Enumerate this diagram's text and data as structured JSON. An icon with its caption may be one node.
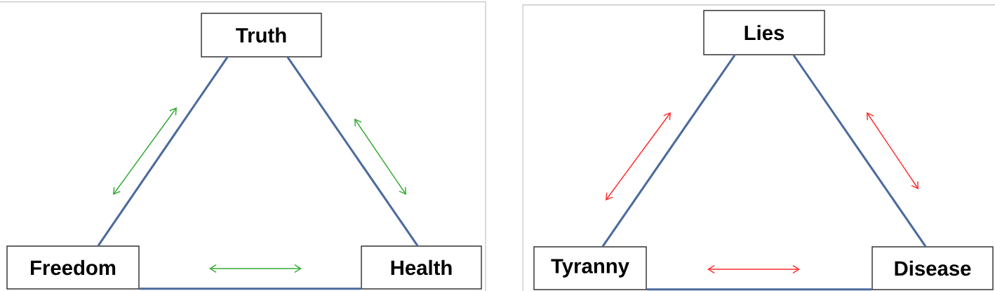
{
  "diagram": {
    "nodes": [
      {
        "text": [
          "Truth"
        ]
      },
      {
        "text": [
          "Freedom"
        ]
      },
      {
        "text": [
          "Health"
        ]
      },
      {
        "text": [
          "Lies"
        ]
      },
      {
        "text": [
          "Tyranny"
        ]
      },
      {
        "text": [
          "Disease"
        ]
      }
    ],
    "edges": [
      {
        "from": 0,
        "to": 1,
        "arrow": "none"
      },
      {
        "from": 0,
        "to": 2,
        "arrow": "none"
      },
      {
        "from": 1,
        "to": 2,
        "arrow": "none"
      },
      {
        "from": 3,
        "to": 4,
        "arrow": "none"
      },
      {
        "from": 3,
        "to": 5,
        "arrow": "none"
      },
      {
        "from": 4,
        "to": 5,
        "arrow": "none"
      }
    ]
  }
}
